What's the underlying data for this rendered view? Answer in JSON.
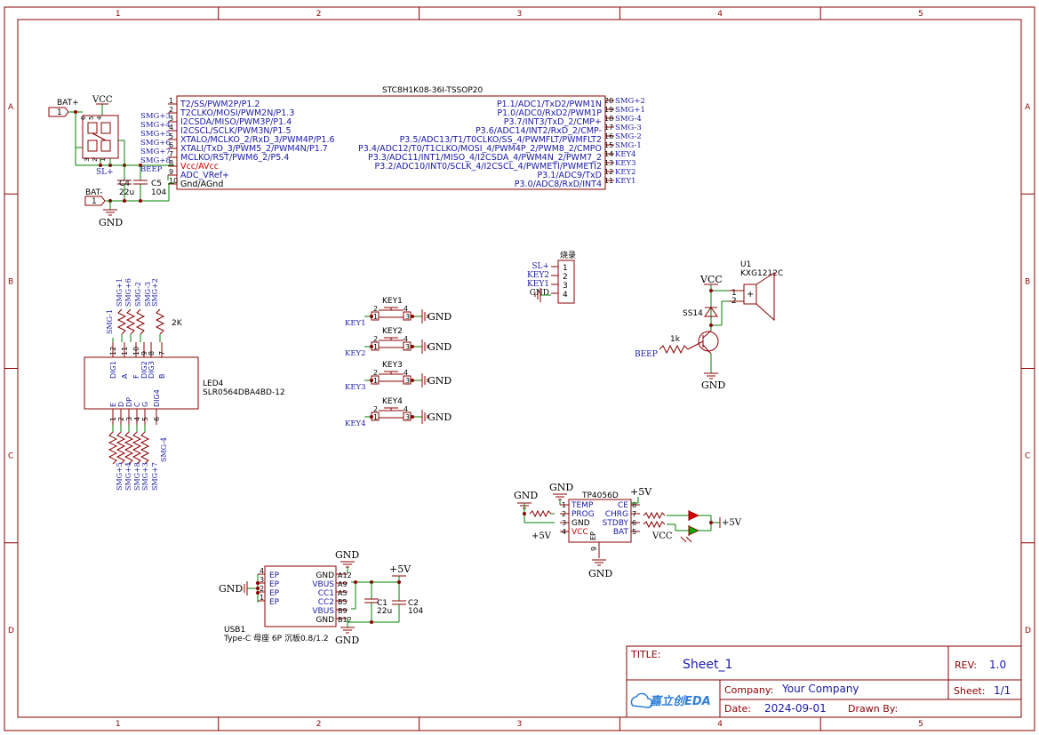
{
  "frame": {
    "cols": [
      "1",
      "2",
      "3",
      "4",
      "5"
    ],
    "rows": [
      "A",
      "B",
      "C",
      "D"
    ]
  },
  "title_block": {
    "title_label": "TITLE:",
    "title": "Sheet_1",
    "rev_label": "REV:",
    "rev": "1.0",
    "company_label": "Company:",
    "company": "Your Company",
    "sheet_label": "Sheet:",
    "sheet": "1/1",
    "date_label": "Date:",
    "date": "2024-09-01",
    "drawn_label": "Drawn By:",
    "logo": "嘉立创EDA"
  },
  "mcu": {
    "name": "STC8H1K08-36I-TSSOP20",
    "left_pins": [
      {
        "num": "1",
        "name": "T2/SS/PWM2P/P1.2",
        "net": ""
      },
      {
        "num": "2",
        "name": "T2CLKO/MOSI/PWM2N/P1.3",
        "net": "SMG+3"
      },
      {
        "num": "3",
        "name": "I2CSDA/MISO/PWM3P/P1.4",
        "net": "SMG+4"
      },
      {
        "num": "4",
        "name": "I2CSCL/SCLK/PWM3N/P1.5",
        "net": "SMG+5"
      },
      {
        "num": "5",
        "name": "XTALO/MCLKO_2/RxD_3/PWM4P/P1.6",
        "net": "SMG+6"
      },
      {
        "num": "6",
        "name": "XTALI/TxD_3/PWM5_2/PWM4N/P1.7",
        "net": "SMG+7"
      },
      {
        "num": "7",
        "name": "MCLKO/RST/PWM6_2/P5.4",
        "net": "SMG+8"
      },
      {
        "num": "8",
        "name": "Vcc/AVcc",
        "net": "BEEP"
      },
      {
        "num": "9",
        "name": "ADC_VRef+",
        "net": ""
      },
      {
        "num": "10",
        "name": "Gnd/AGnd",
        "net": ""
      }
    ],
    "right_pins": [
      {
        "num": "20",
        "name": "P1.1/ADC1/TxD2/PWM1N",
        "net": "SMG+2"
      },
      {
        "num": "19",
        "name": "P1.0/ADC0/RxD2/PWM1P",
        "net": "SMG+1"
      },
      {
        "num": "18",
        "name": "P3.7/INT3/TxD_2/CMP+",
        "net": "SMG-4"
      },
      {
        "num": "17",
        "name": "P3.6/ADC14/INT2/RxD_2/CMP-",
        "net": "SMG-3"
      },
      {
        "num": "16",
        "name": "P3.5/ADC13/T1/T0CLKO/SS_4/PWMFLT/PWMFLT2",
        "net": "SMG-2"
      },
      {
        "num": "15",
        "name": "P3.4/ADC12/T0/T1CLKO/MOSI_4/PWM4P_2/PWM8_2/CMPO",
        "net": "SMG-1"
      },
      {
        "num": "14",
        "name": "P3.3/ADC11/INT1/MISO_4/I2CSDA_4/PWM4N_2/PWM7_2",
        "net": "KEY4"
      },
      {
        "num": "13",
        "name": "P3.2/ADC10/INT0/SCLK_4/I2CSCL_4/PWMETI/PWMETI2",
        "net": "KEY3"
      },
      {
        "num": "12",
        "name": "P3.1/ADC9/TxD",
        "net": "KEY2"
      },
      {
        "num": "11",
        "name": "P3.0/ADC8/RxD/INT4",
        "net": "KEY1"
      }
    ]
  },
  "power_left": {
    "vcc": "VCC",
    "gnd": "GND",
    "bat_plus": "BAT+",
    "bat_minus": "BAT-",
    "conn_pin": "1",
    "sw_pins": [
      "6",
      "5",
      "4",
      "3",
      "2",
      "1"
    ],
    "sl_plus": "SL+",
    "c4_ref": "C4",
    "c4_val": "22u",
    "c5_ref": "C5",
    "c5_val": "104"
  },
  "led_display": {
    "ref": "LED4",
    "value": "SLR0564DBA4BD-12",
    "top_nets": [
      "SMG-1",
      "SMG+1",
      "SMG+6",
      "SMG-2",
      "SMG-3",
      "SMG+2"
    ],
    "top_pins": [
      "12",
      "11",
      "10",
      "9",
      "8",
      "7"
    ],
    "top_names": [
      "DIG1",
      "A",
      "F",
      "DIG2",
      "DIG3",
      "B"
    ],
    "bottom_pins": [
      "1",
      "2",
      "3",
      "4",
      "5",
      "6"
    ],
    "bottom_names": [
      "E",
      "D",
      "DP",
      "C",
      "G",
      "DIG4"
    ],
    "bottom_nets": [
      "SMG+5",
      "SMG+4",
      "SMG+8",
      "SMG+3",
      "SMG+7",
      "SMG-4"
    ],
    "res_label": "2K"
  },
  "keys": [
    {
      "ref": "KEY1",
      "net": "KEY1",
      "gnd": "GND",
      "pins": [
        "2",
        "4",
        "1",
        "3"
      ]
    },
    {
      "ref": "KEY2",
      "net": "KEY2",
      "gnd": "GND",
      "pins": [
        "2",
        "4",
        "1",
        "3"
      ]
    },
    {
      "ref": "KEY3",
      "net": "KEY3",
      "gnd": "GND",
      "pins": [
        "2",
        "4",
        "1",
        "3"
      ]
    },
    {
      "ref": "KEY4",
      "net": "KEY4",
      "gnd": "GND",
      "pins": [
        "2",
        "4",
        "1",
        "3"
      ]
    }
  ],
  "prog_header": {
    "ref": "烧录",
    "nets": [
      "SL+",
      "KEY2",
      "KEY1",
      "GND"
    ],
    "pins": [
      "1",
      "2",
      "3",
      "4"
    ]
  },
  "buzzer": {
    "ref": "U1",
    "value": "KXG1212C",
    "vcc": "VCC",
    "diode": "SS14",
    "res": "1k",
    "beep": "BEEP",
    "gnd": "GND",
    "pins": [
      "1",
      "2"
    ],
    "plus": "+"
  },
  "charger": {
    "ref": "TP4056D",
    "gnd_left": "GND",
    "gnd_top": "GND",
    "gnd_bottom": "GND",
    "v5_top": "+5V",
    "v5_left": "+5V",
    "v5_right": "+5V",
    "vcc": "VCC",
    "left_pins": [
      {
        "num": "1",
        "name": "TEMP"
      },
      {
        "num": "2",
        "name": "PROG"
      },
      {
        "num": "3",
        "name": "GND"
      },
      {
        "num": "4",
        "name": "VCC"
      }
    ],
    "right_pins": [
      {
        "num": "8",
        "name": "CE"
      },
      {
        "num": "7",
        "name": "CHRG"
      },
      {
        "num": "6",
        "name": "STDBY"
      },
      {
        "num": "5",
        "name": "BAT"
      }
    ],
    "ep": "EP",
    "ep_num": "9",
    "led_red": "#dd0000",
    "led_green": "#00aa00"
  },
  "usb": {
    "ref": "USB1",
    "value": "Type-C 母座 6P 沉板0.8/1.2",
    "gnd": "GND",
    "v5": "+5V",
    "ep_pins": [
      "4",
      "3",
      "2",
      "1"
    ],
    "ep_names": [
      "EP",
      "EP",
      "EP",
      "EP"
    ],
    "right_names": [
      "GND",
      "VBUS",
      "CC1",
      "CC2",
      "VBUS",
      "GND"
    ],
    "right_pins": [
      "A12",
      "A9",
      "A5",
      "B5",
      "B9",
      "B12"
    ],
    "c1_ref": "C1",
    "c1_val": "22u",
    "c2_ref": "C2",
    "c2_val": "104"
  },
  "colors": {
    "frame": "#8b0000",
    "wire": "#008000",
    "net": "#1a1aa6",
    "pin_red": "#cc0000"
  }
}
